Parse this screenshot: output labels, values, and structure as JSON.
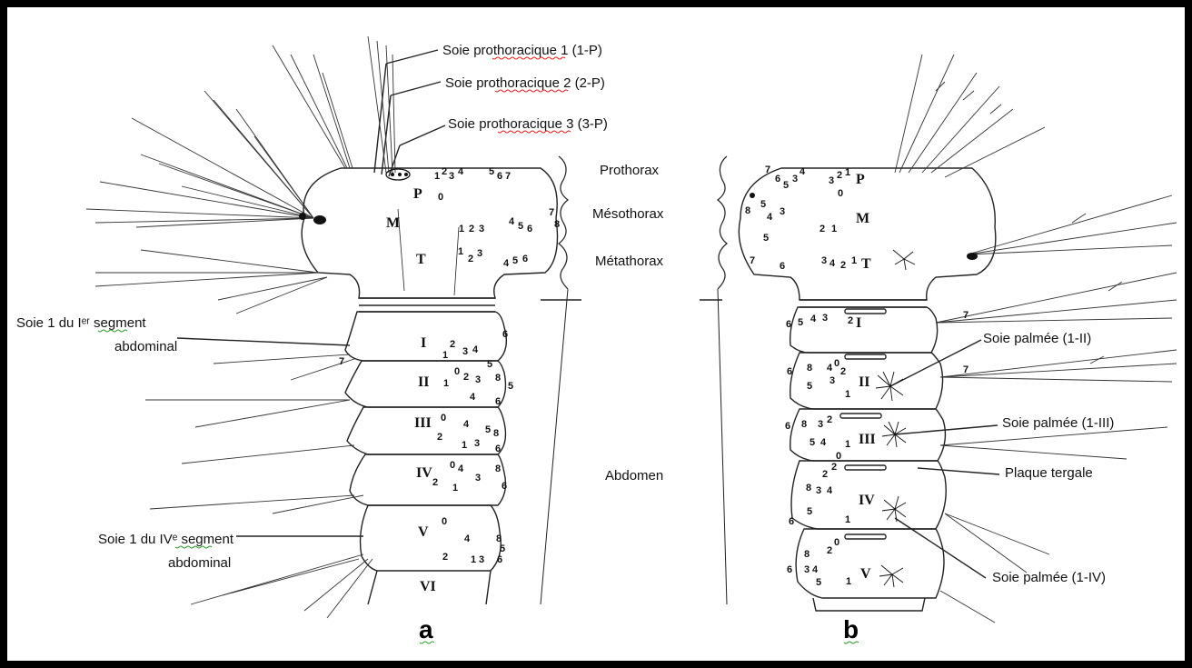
{
  "labels": {
    "prothoracic_1": "Soie prothoracique 1 (1-P)",
    "prothoracic_2": "Soie prothoracique 2 (2-P)",
    "prothoracic_3": "Soie prothoracique 3 (3-P)",
    "seta_1_seg_I_line1": "Soie 1 du Iᵉʳ segment",
    "seta_1_seg_I_line2": "abdominal",
    "seta_1_seg_IV_line1": "Soie 1 du IVᵉ segment",
    "seta_1_seg_IV_line2": "abdominal",
    "prothorax": "Prothorax",
    "mesothorax": "Mésothorax",
    "metathorax": "Métathorax",
    "abdomen": "Abdomen",
    "palmate_II": "Soie palmée (1-II)",
    "palmate_III": "Soie palmée (1-III)",
    "tergal_plate": "Plaque tergale",
    "palmate_IV": "Soie palmée (1-IV)"
  },
  "panels": {
    "a": "a",
    "b": "b"
  },
  "segments_a": {
    "P": "P",
    "M": "M",
    "T": "T",
    "I": "I",
    "II": "II",
    "III": "III",
    "IV": "IV",
    "V": "V",
    "VI": "VI"
  },
  "segments_b": {
    "P": "P",
    "M": "M",
    "T": "T",
    "I": "I",
    "II": "II",
    "III": "III",
    "IV": "IV",
    "V": "V"
  },
  "colors": {
    "border": "#000000",
    "spellcheck_underline": "#d22222",
    "grammar_underline": "#2a9d2a"
  }
}
